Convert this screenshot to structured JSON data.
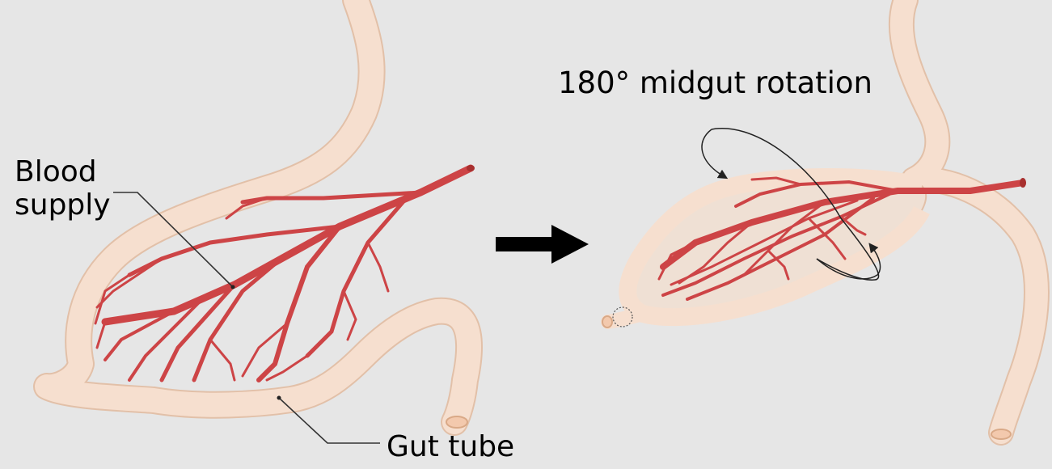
{
  "labels": {
    "blood_supply_line1": "Blood",
    "blood_supply_line2": "supply",
    "gut_tube": "Gut tube",
    "rotation": "180° midgut rotation"
  },
  "colors": {
    "background": "#e6e6e6",
    "gut_fill": "#f6dfcf",
    "gut_outline": "#e2c0a8",
    "vessel": "#cd4446",
    "vessel_dark": "#a8302f",
    "arrow": "#000000",
    "leader_line": "#333333"
  },
  "icons": {
    "transition_arrow": "right-arrow-icon",
    "rotation_arrows": "curved-rotation-arrows"
  }
}
